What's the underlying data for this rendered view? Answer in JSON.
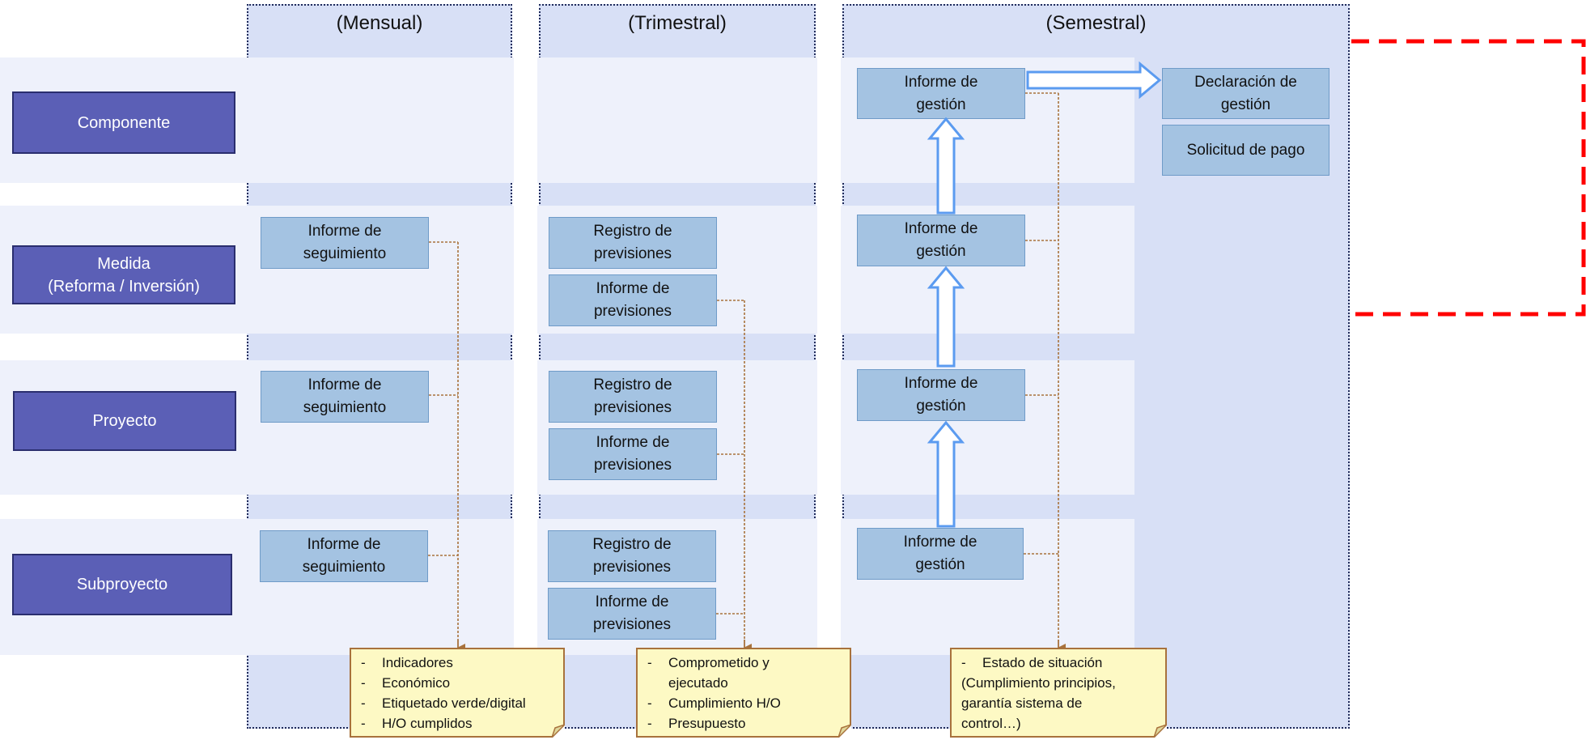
{
  "columns": {
    "mensual": "(Mensual)",
    "trimestral": "(Trimestral)",
    "semestral": "(Semestral)"
  },
  "levels": {
    "componente": "Componente",
    "medida": "Medida\n(Reforma / Inversión)",
    "proyecto": "Proyecto",
    "subproyecto": "Subproyecto"
  },
  "boxes": {
    "informe_seguimiento": "Informe de\nseguimiento",
    "registro_previsiones": "Registro de\nprevisiones",
    "informe_previsiones": "Informe de\nprevisiones",
    "informe_gestion": "Informe de\ngestión",
    "declaracion_gestion": "Declaración de\ngestión",
    "solicitud_pago": "Solicitud de pago"
  },
  "notes": {
    "mensual": [
      "Indicadores",
      "Económico",
      "Etiquetado verde/digital",
      "H/O cumplidos"
    ],
    "trimestral": [
      "Comprometido y\nejecutado",
      "Cumplimiento  H/O",
      "Presupuesto"
    ],
    "semestral_first": "Estado de situación",
    "semestral_rest": "(Cumplimiento  principios,\ngarantía sistema de\ncontrol…)"
  },
  "colors": {
    "level_fill": "#5b5fb6",
    "box_fill": "#a4c3e2",
    "column_fill": "#d8e0f6",
    "note_fill": "#fdf9c4",
    "connector": "#a8723c",
    "arrow": "#5b9bf0",
    "dashed_border": "#ff0000"
  }
}
